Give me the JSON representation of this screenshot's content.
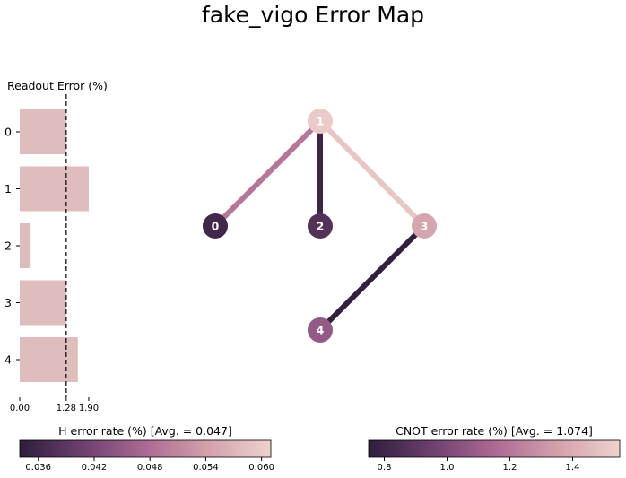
{
  "title": "fake_vigo Error Map",
  "readout": {
    "title": "Readout Error (%)",
    "qubit_labels": [
      "0",
      "1",
      "2",
      "3",
      "4"
    ],
    "values": [
      1.28,
      1.9,
      0.3,
      1.28,
      1.6
    ],
    "mean": 1.28,
    "xticks": [
      "0.00",
      "1.28",
      "1.90"
    ],
    "bar_color": "#dfbdbd"
  },
  "graph": {
    "nodes": [
      {
        "id": "0",
        "h_error": 0.036
      },
      {
        "id": "1",
        "h_error": 0.06
      },
      {
        "id": "2",
        "h_error": 0.038
      },
      {
        "id": "3",
        "h_error": 0.055
      },
      {
        "id": "4",
        "h_error": 0.045
      }
    ],
    "edges": [
      {
        "from": "0",
        "to": "1",
        "cnot_error": 1.2
      },
      {
        "from": "1",
        "to": "2",
        "cnot_error": 0.8
      },
      {
        "from": "1",
        "to": "3",
        "cnot_error": 1.5
      },
      {
        "from": "3",
        "to": "4",
        "cnot_error": 0.76
      }
    ]
  },
  "colorbars": {
    "h": {
      "title": "H error rate (%) [Avg. = 0.047]",
      "min": 0.034,
      "max": 0.061,
      "ticks": [
        "0.036",
        "0.042",
        "0.048",
        "0.054",
        "0.060"
      ]
    },
    "cnot": {
      "title": "CNOT error rate (%) [Avg. = 1.074]",
      "min": 0.75,
      "max": 1.55,
      "ticks": [
        "0.8",
        "1.0",
        "1.2",
        "1.4"
      ]
    },
    "colors": [
      "#2e1e3b",
      "#6d3f6f",
      "#ab6a93",
      "#d3a0ac",
      "#eed2cc"
    ]
  }
}
